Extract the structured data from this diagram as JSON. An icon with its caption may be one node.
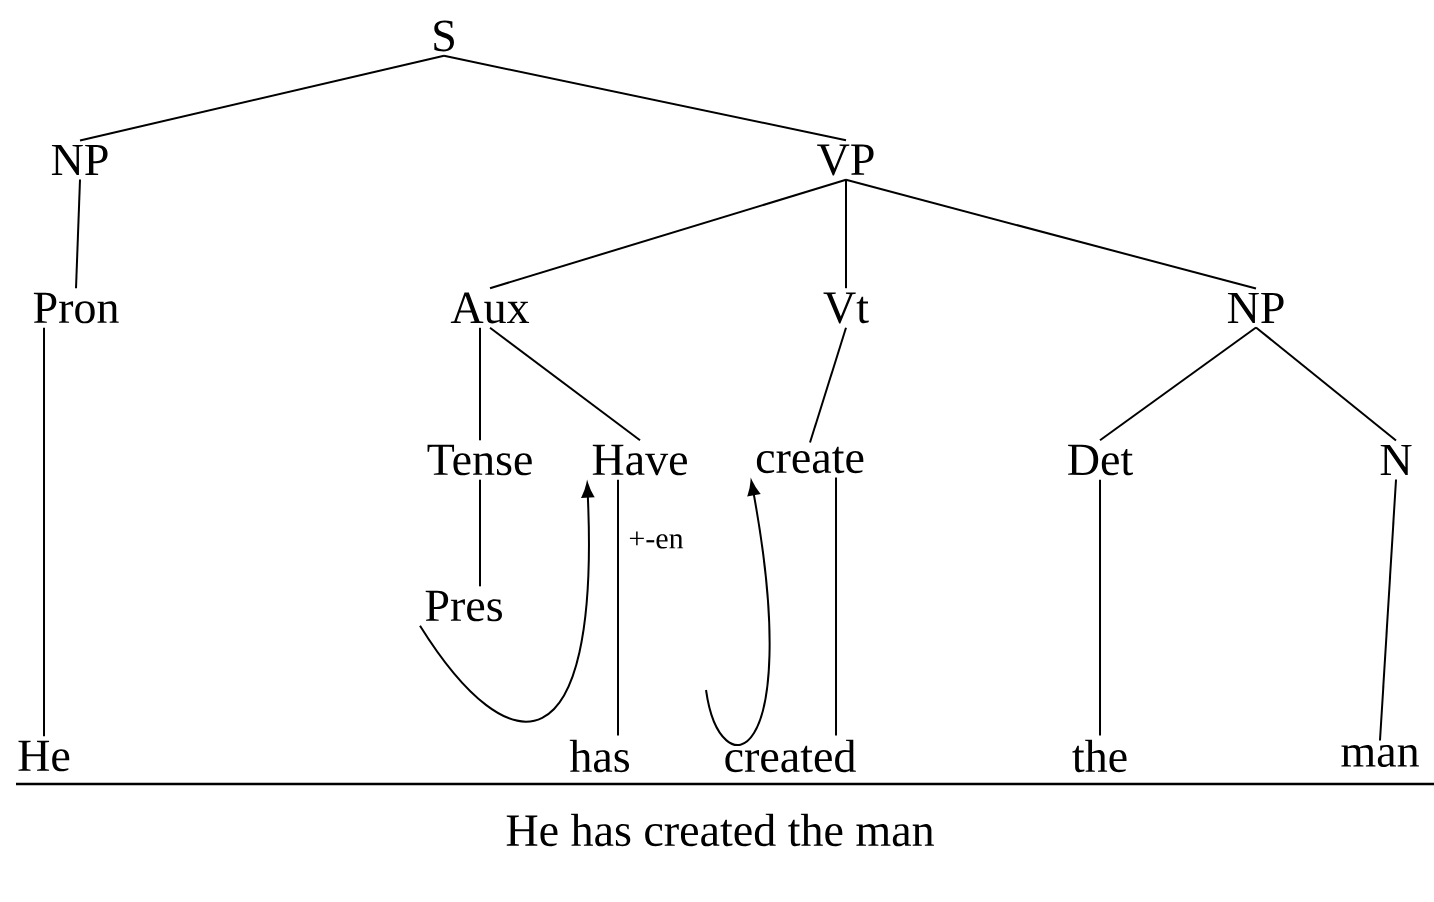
{
  "diagram": {
    "caption": "He has created the man",
    "nodes": [
      {
        "text": [
          "S"
        ]
      },
      {
        "text": [
          "NP"
        ]
      },
      {
        "text": [
          "VP"
        ]
      },
      {
        "text": [
          "Pron"
        ]
      },
      {
        "text": [
          "Aux"
        ]
      },
      {
        "text": [
          "Vt"
        ]
      },
      {
        "text": [
          "NP"
        ]
      },
      {
        "text": [
          "Tense"
        ]
      },
      {
        "text": [
          "Have"
        ]
      },
      {
        "text": [
          "create"
        ]
      },
      {
        "text": [
          "Det"
        ]
      },
      {
        "text": [
          "N"
        ]
      },
      {
        "text": [
          "Pres"
        ]
      },
      {
        "text": [
          "He"
        ]
      },
      {
        "text": [
          "has"
        ]
      },
      {
        "text": [
          "created"
        ]
      },
      {
        "text": [
          "the"
        ]
      },
      {
        "text": [
          "man"
        ]
      }
    ],
    "edges": [
      {
        "from": 0,
        "to": 1,
        "arrow": "none"
      },
      {
        "from": 0,
        "to": 2,
        "arrow": "none"
      },
      {
        "from": 1,
        "to": 3,
        "arrow": "none"
      },
      {
        "from": 3,
        "to": 13,
        "arrow": "none"
      },
      {
        "from": 2,
        "to": 4,
        "arrow": "none"
      },
      {
        "from": 2,
        "to": 5,
        "arrow": "none"
      },
      {
        "from": 2,
        "to": 6,
        "arrow": "none"
      },
      {
        "from": 4,
        "to": 7,
        "arrow": "none"
      },
      {
        "from": 4,
        "to": 8,
        "arrow": "none"
      },
      {
        "from": 5,
        "to": 9,
        "arrow": "none"
      },
      {
        "from": 6,
        "to": 10,
        "arrow": "none"
      },
      {
        "from": 6,
        "to": 11,
        "arrow": "none"
      },
      {
        "from": 7,
        "to": 12,
        "arrow": "none"
      },
      {
        "from": 8,
        "to": 14,
        "arrow": "none"
      },
      {
        "from": 9,
        "to": 15,
        "arrow": "none"
      },
      {
        "from": 10,
        "to": 16,
        "arrow": "none"
      },
      {
        "from": 11,
        "to": 17,
        "arrow": "none"
      },
      {
        "from": 12,
        "to": 8,
        "arrow": "to"
      },
      {
        "from": null,
        "to": 9,
        "arrow": "to"
      }
    ],
    "labels": [
      "+-en"
    ]
  }
}
